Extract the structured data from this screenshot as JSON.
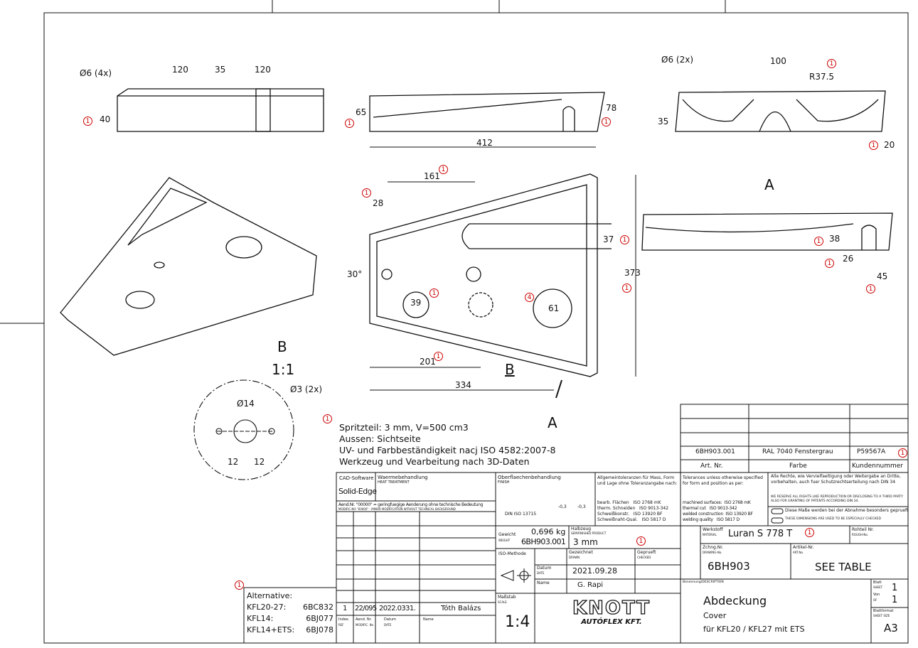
{
  "views": {
    "top_dims": [
      "Ø6 (4x)",
      "120",
      "35",
      "120",
      "40"
    ],
    "front_dims": [
      "65",
      "412",
      "78"
    ],
    "side_dims": [
      "Ø6 (2x)",
      "100",
      "R37.5",
      "35",
      "20"
    ],
    "main_dims": [
      "161",
      "28",
      "30°",
      "37",
      "373",
      "39",
      "61",
      "201",
      "334"
    ],
    "view_a": {
      "label": "A",
      "dims": [
        "38",
        "26",
        "45"
      ]
    },
    "section_b": {
      "label": "B",
      "scale": "1:1",
      "dims": [
        "Ø3 (2x)",
        "Ø14",
        "12",
        "12"
      ]
    },
    "markers": {
      "b": "B",
      "a": "A"
    },
    "revision_mark": "1",
    "revision_mark_4": "4"
  },
  "notes": [
    "Spritzteil: 3 mm, V=500 cm3",
    "Aussen: Sichtseite",
    "UV- und Farbbeständigkeit nacj ISO 4582:2007-8",
    "Werkzeug und Vearbeitung nach 3D-Daten"
  ],
  "parts_table": {
    "row": [
      "6BH903.001",
      "RAL 7040 Fenstergrau",
      "P59567A"
    ],
    "headers": [
      "Art. Nr.",
      "Farbe",
      "Kundennummer"
    ]
  },
  "title_block": {
    "cad_label": "CAD-Software",
    "cad_value": "Solid-Edge",
    "heat": "Waermebehandlung",
    "heat_en": "HEAT TREATMENT",
    "finish": "Oberflaechenbehandlung",
    "finish_en": "FINISH",
    "general_tol": "Allgemeintoleranzen für Mass, Form und Lage ohne Toleranzangabe nach:",
    "general_tol_rows": [
      "bearb. Flächen   ISO 2768 mK",
      "therm. Schneiden   ISO 9013-342",
      "Schweißkonstr.   ISO 13920 BF",
      "Schweißnaht-Qual.   ISO 5817 D"
    ],
    "tol_en": "Tolerances unless otherwise specified for form and position as per:",
    "tol_en_rows": [
      "machined surfaces:  ISO 2768 mK",
      "thermal cut   ISO 9013-342",
      "welded construction  ISO 13920 BF",
      "welding quality   ISO 5817 D"
    ],
    "rights": "Alle Rechte, wie Vervielfaeltigung oder Weitergabe an Dritte, vorbehalten, auch fuer Schutzrechtserteilung nach DIN 34",
    "rights_en": "WE RESERVE ALL RIGHTS LIKE REPRODUCTION OR DISCLOSING TO A THIRD PARTY ALSO FOR GRANTING OF PATENTS ACCORDING DIN 34.",
    "check_de": "Diese Maße werden bei der Abnahme besonders geprueft",
    "check_en": "THESE DIMENSIONS ARE USED TO BE ESPECIALLY CHECKED",
    "aend": "Aend.Nr. \"00000\" = geringfuegige Aenderung ohne technische Bedeutung",
    "aend_en": "MODIFIC.NO \"00000\" - MINOR MODIFICATION WITHOUT TECHNICAL BACKGROUND",
    "din": "DIN ISO 13715",
    "tol_a": "-0,3",
    "tol_b": "-0,3",
    "weight_label": "Gewicht",
    "weight_en": "WEIGHT",
    "weight": "0,696 kg",
    "weight_part": "6BH903.001",
    "semi_label": "Halbzeug",
    "semi_en": "SEMIFINISHED PRODUCT",
    "semi": "3 mm",
    "iso_method": "ISO-Methode",
    "drawn_label": "Gezeichnet",
    "drawn_en": "DRAWN",
    "checked_label": "Geprueft",
    "checked_en": "CHECKED",
    "date_label": "Datum",
    "date_en": "DATE",
    "date": "2021.09.28",
    "name_label": "Name",
    "name": "G. Rapi",
    "material_label": "Werkstoff",
    "material_en": "MATERIAL",
    "material": "Luran S 778 T",
    "rough_label": "Rohteil Nr.",
    "rough_en": "ROUGH-No.",
    "drawing_label": "Zchng.Nr.",
    "drawing_en": "DRAWING-No.",
    "drawing_no": "6BH903",
    "article_label": "Artikel-Nr.",
    "article_en": "ART.No.",
    "article": "SEE TABLE",
    "desc_label": "Benennung/DESCRIPTION",
    "desc_1": "Abdeckung",
    "desc_2": "Cover",
    "desc_3": "für KFL20 / KFL27 mit ETS",
    "sheet_label": "Blatt",
    "sheet_en": "SHEET",
    "sheet": "1",
    "of_label": "Von",
    "of_en": "OF",
    "of": "1",
    "format_label": "Blattformat",
    "format_en": "SHEET SIZE",
    "format": "A3",
    "scale_label": "Maßstab",
    "scale_en": "SCALE",
    "scale": "1:4",
    "logo_main": "KNOTT",
    "logo_sub": "AUTÓFLEX KFT.",
    "revision": {
      "index": "1",
      "aend": "22/095",
      "date": "2022.0331.",
      "name": "Tóth Balázs"
    },
    "rev_headers": {
      "index": "Index.",
      "index_en": "REF",
      "aend": "Aend. Nr.",
      "aend_en": "MODIFIC. No",
      "date": "Datum",
      "date_en": "DATE",
      "name": "Name"
    }
  },
  "alternative": {
    "title": "Alternative:",
    "rows": [
      [
        "KFL20-27:",
        "6BC832"
      ],
      [
        "KFL14:",
        "6BJ077"
      ],
      [
        "KFL14+ETS:",
        "6BJ078"
      ]
    ]
  }
}
